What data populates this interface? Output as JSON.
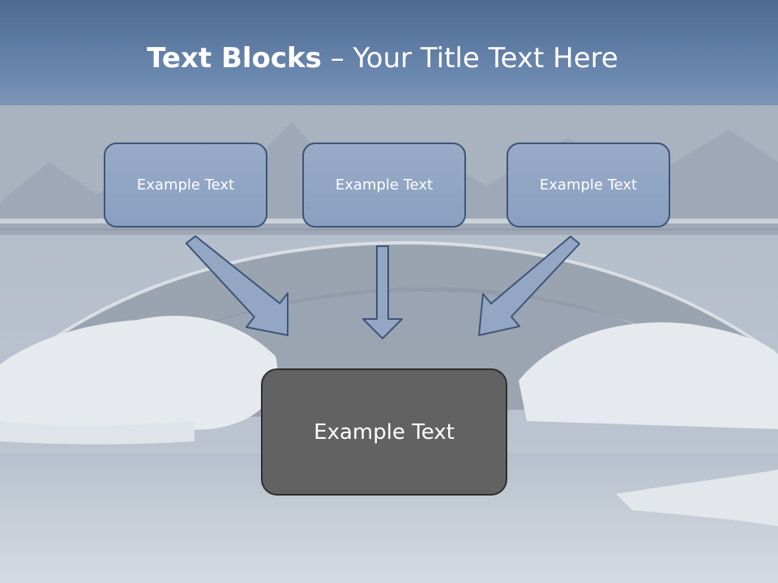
{
  "slide": {
    "title_bold": "Text Blocks",
    "title_dash": " – ",
    "title_rest": "Your Title Text Here",
    "boxes": [
      {
        "label": "Example Text"
      },
      {
        "label": "Example Text"
      },
      {
        "label": "Example Text"
      }
    ],
    "main_box": {
      "label": "Example Text"
    }
  },
  "colors": {
    "header": "#5a76a0",
    "box_fill": "#93a7c5",
    "box_border": "#3e5577",
    "arrow_fill": "#93a7c5",
    "main_box_fill": "#626262"
  }
}
